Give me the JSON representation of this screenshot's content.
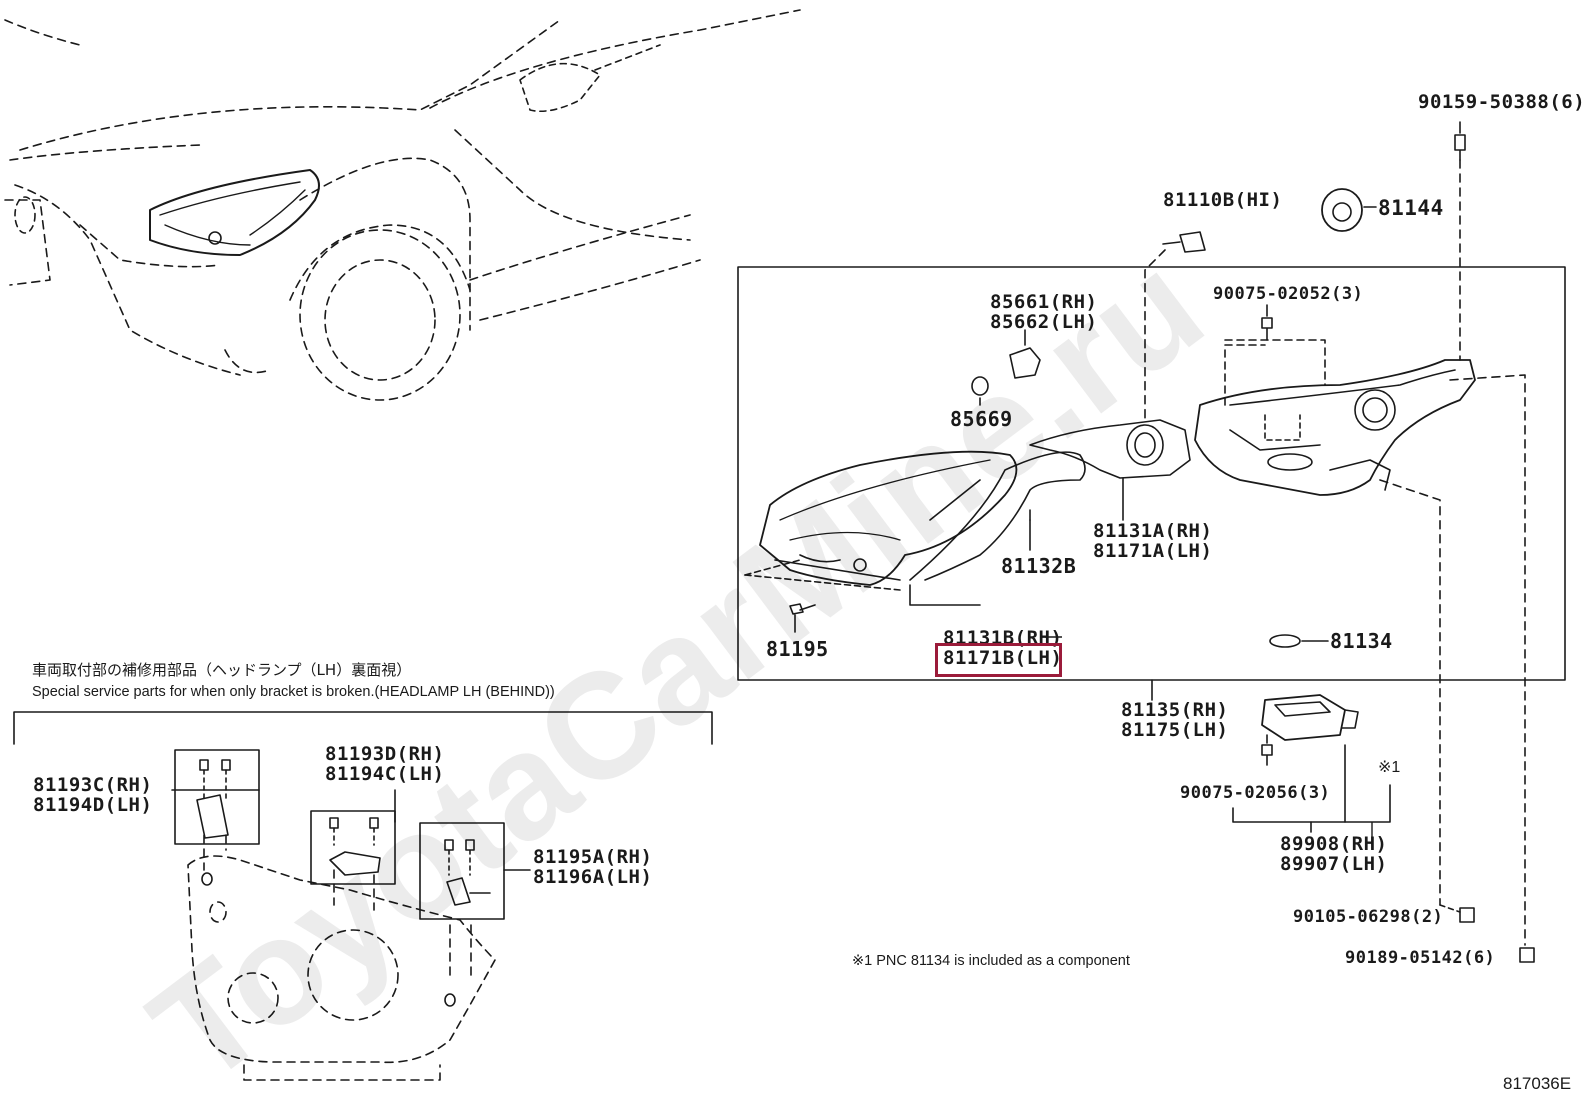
{
  "watermark": "ToyotaCarMine.ru",
  "figure_id": "817036E",
  "special_title_jp": "車両取付部の補修用部品（ヘッドランプ（LH）裏面視）",
  "special_title_en": "Special service parts for when only bracket is broken.(HEADLAMP LH (BEHIND))",
  "footnote_mark": "※1",
  "footnote_text": "※1  PNC 81134 is included as a component",
  "highlight_color": "#9b1b3a",
  "parts": {
    "p90159": "90159-50388(6)",
    "p81110b": "81110B(HI)",
    "p81144": "81144",
    "p90075_3a": "90075-02052(3)",
    "p85661": "85661(RH)",
    "p85662": "85662(LH)",
    "p85669": "85669",
    "p81131a": "81131A(RH)",
    "p81171a": "81171A(LH)",
    "p81132b": "81132B",
    "p81131b": "81131B(RH)",
    "p81171b": "81171B(LH)",
    "p81195": "81195",
    "p81134": "81134",
    "p81135": "81135(RH)",
    "p81175": "81175(LH)",
    "p90075_3b": "90075-02056(3)",
    "p89908": "89908(RH)",
    "p89907": "89907(LH)",
    "p90105": "90105-06298(2)",
    "p90189": "90189-05142(6)",
    "p81193c": "81193C(RH)",
    "p81194d": "81194D(LH)",
    "p81193d": "81193D(RH)",
    "p81194c": "81194C(LH)",
    "p81195a": "81195A(RH)",
    "p81196a": "81196A(LH)"
  }
}
